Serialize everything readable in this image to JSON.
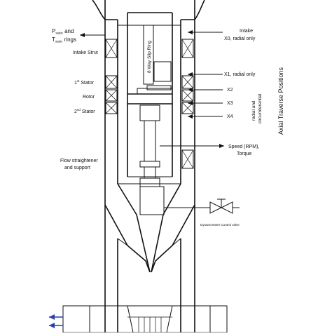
{
  "labels": {
    "p_static_main": "P",
    "p_static_sub": "static",
    "p_static_tail": " and",
    "t_static_main": "T",
    "t_static_sub": "static",
    "t_static_tail": " rings",
    "intake_strut": "Intake Strut",
    "stator1_num": "1",
    "stator1_sup": "st",
    "stator1_tail": " Stator",
    "rotor": "Rotor",
    "stator2_num": "2",
    "stator2_sup": "nd",
    "stator2_tail": " Stator",
    "flow_straightener_1": "Flow straightener",
    "flow_straightener_2": "and support",
    "slip_ring": "8 Way Slip Ring",
    "intake": "Intake",
    "x0": "X0, radial only",
    "x1": "X1, radial only",
    "x2": "X2",
    "x3": "X3",
    "x4": "X4",
    "radial_circ_1": "radial and",
    "radial_circ_2": "circumferential",
    "axial_traverse": "Axial Traverse Positions",
    "speed_1": "Speed (RPM),",
    "speed_2": "Torque",
    "dyno_valve": "Dynamometer Control valve"
  },
  "colors": {
    "ink": "#111111",
    "arrow_blue": "#1f3fbf"
  }
}
